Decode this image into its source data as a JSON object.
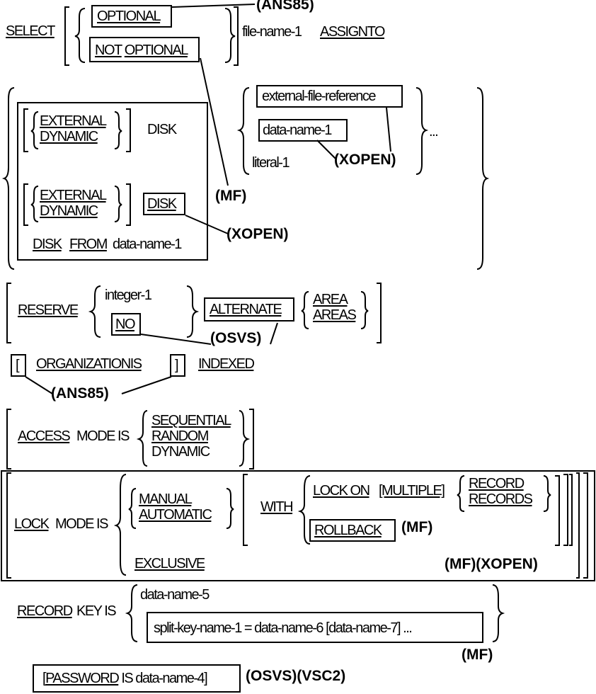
{
  "select": {
    "keyword": "SELECT",
    "optional": "OPTIONAL",
    "not": "NOT",
    "optional2": "OPTIONAL",
    "file_name": "file-name-1",
    "assignto": "ASSIGNTO",
    "ans85": "(ANS85)"
  },
  "assign": {
    "ext1": "EXTERNAL",
    "dyn1": "DYNAMIC",
    "disk1": "DISK",
    "ext2": "EXTERNAL",
    "dyn2": "DYNAMIC",
    "disk2": "DISK",
    "disk_from_disk": "DISK",
    "disk_from_from": "FROM",
    "disk_from_name": "data-name-1",
    "mf": "(MF)",
    "xopen": "(XOPEN)",
    "ext_file_ref": "external-file-reference",
    "data_name_1": "data-name-1",
    "literal_1": "literal-1",
    "xopen2": "(XOPEN)",
    "ellipsis": "..."
  },
  "reserve": {
    "keyword": "RESERVE",
    "integer": "integer-1",
    "no": "NO",
    "alternate": "ALTERNATE",
    "area": "AREA",
    "areas": "AREAS",
    "osvs": "(OSVS)"
  },
  "organization": {
    "lbracket": "[",
    "text": "ORGANIZATIONIS",
    "rbracket": "]",
    "indexed": "INDEXED",
    "ans85": "(ANS85)"
  },
  "access": {
    "keyword": "ACCESS",
    "mode": "MODE IS",
    "sequential": "SEQUENTIAL",
    "random": "RANDOM",
    "dynamic": "DYNAMIC"
  },
  "lock": {
    "keyword": "LOCK",
    "mode": "MODE IS",
    "manual": "MANUAL",
    "automatic": "AUTOMATIC",
    "with": "WITH",
    "lock_on": "LOCK ON",
    "multiple": "[MULTIPLE]",
    "record": "RECORD",
    "records": "RECORDS",
    "rollback": "ROLLBACK",
    "mf": "(MF)",
    "exclusive": "EXCLUSIVE",
    "mf_xopen": "(MF)(XOPEN)"
  },
  "record_key": {
    "record": "RECORD",
    "key": "KEY IS",
    "data_name_5": "data-name-5",
    "split_key": "split-key-name-1 = data-name-6 [data-name-7] ...",
    "mf": "(MF)"
  },
  "password": {
    "text_open": "[",
    "keyword": "PASSWORD",
    "rest": "IS data-name-4]",
    "osvs_vsc2": "(OSVS)(VSC2)"
  }
}
